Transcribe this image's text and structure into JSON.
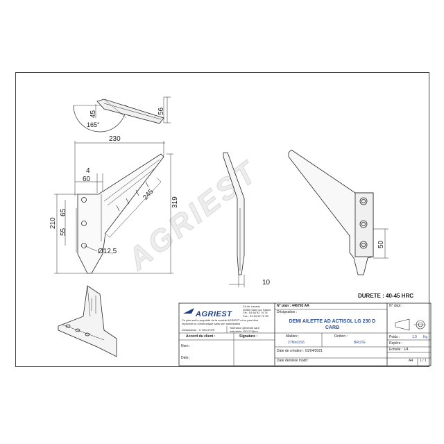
{
  "dimensions": {
    "d56": "56",
    "d45": "45",
    "d165": "165°",
    "d230": "230",
    "d4": "4",
    "d60": "60",
    "d65": "65",
    "d210": "210",
    "d55": "55",
    "d245": "245",
    "d319": "319",
    "d12_5": "Ø12,5",
    "d10": "10",
    "d50": "50"
  },
  "durete": "DURETE : 40-45 HRC",
  "watermark": "AGRIEST",
  "title_block": {
    "logo": "AGRIEST",
    "address": [
      "ZA de Lanans",
      "25360 Saxy sur Saône",
      "Tél : 03 84 92 74 74",
      "Fax : 03 84 92 72 35"
    ],
    "notice": [
      "Ce plan est la propriété de la société AGRIEST et ne peut être",
      "reproduit ou communiqué sans son autorisation"
    ],
    "dessinateur_label": "Dessinateur : V. MOLITOR",
    "tolerance": [
      "Tolérance générale sauf",
      "indication: ISO 2768-m"
    ],
    "accord_label": "Accord du client :",
    "signature_label": "Signature :",
    "nom_label": "Nom :",
    "date_label": "Date :",
    "plan_label": "N° plan : 446792 AA",
    "designation_label": "Désignation :",
    "designation": [
      "DEMI AILETTE AD ACTISOL LG 230 D",
      "CARB"
    ],
    "matiere_label": "Matière :",
    "matiere": "27MnCrS5",
    "finition_label": "Finition :",
    "finition": "BRUTE",
    "creation_label": "Date de création : 01/04/2021",
    "modif_label": "Date dernière modif :",
    "ndvpt_label": "N° dvpt :",
    "poids_label": "Poids :",
    "poids_value": "1.9",
    "poids_unit": "Kg",
    "repere_label": "Repère :",
    "echelle_label": "Echelle : 1/4",
    "format": "A4",
    "page": "1 / 1"
  }
}
